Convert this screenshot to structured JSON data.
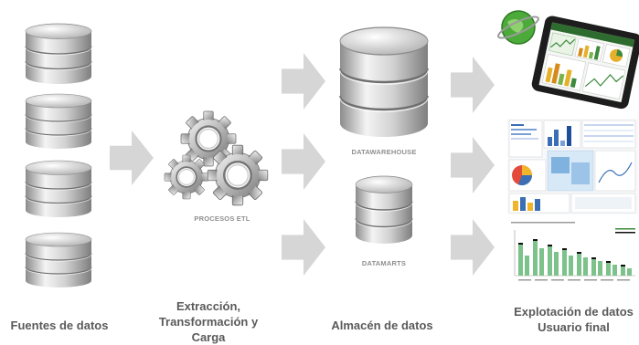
{
  "labels": {
    "sources": "Fuentes de datos",
    "etl_line1": "Extracción,",
    "etl_line2": "Transformación y",
    "etl_line3": "Carga",
    "storage": "Almacén de datos",
    "usage_line1": "Explotación de datos",
    "usage_line2": "Usuario final"
  },
  "captions": {
    "etl": "PROCESOS ETL",
    "datawarehouse": "DATAWAREHOUSE",
    "datamarts": "DATAMARTS"
  },
  "icons": {
    "database": "database-icon",
    "gears": "gears-icon",
    "arrow": "arrow-right-icon",
    "tablet": "tablet-dashboard-icon",
    "dashboard": "dashboard-screenshot-icon",
    "bar_chart": "bar-chart-icon"
  },
  "colors": {
    "arrow": "#d6d6d6",
    "label_text": "#5a5a5a",
    "caption_text": "#8f8f8f",
    "metal_light": "#f2f2f2",
    "metal_dark": "#8a8a8a"
  }
}
